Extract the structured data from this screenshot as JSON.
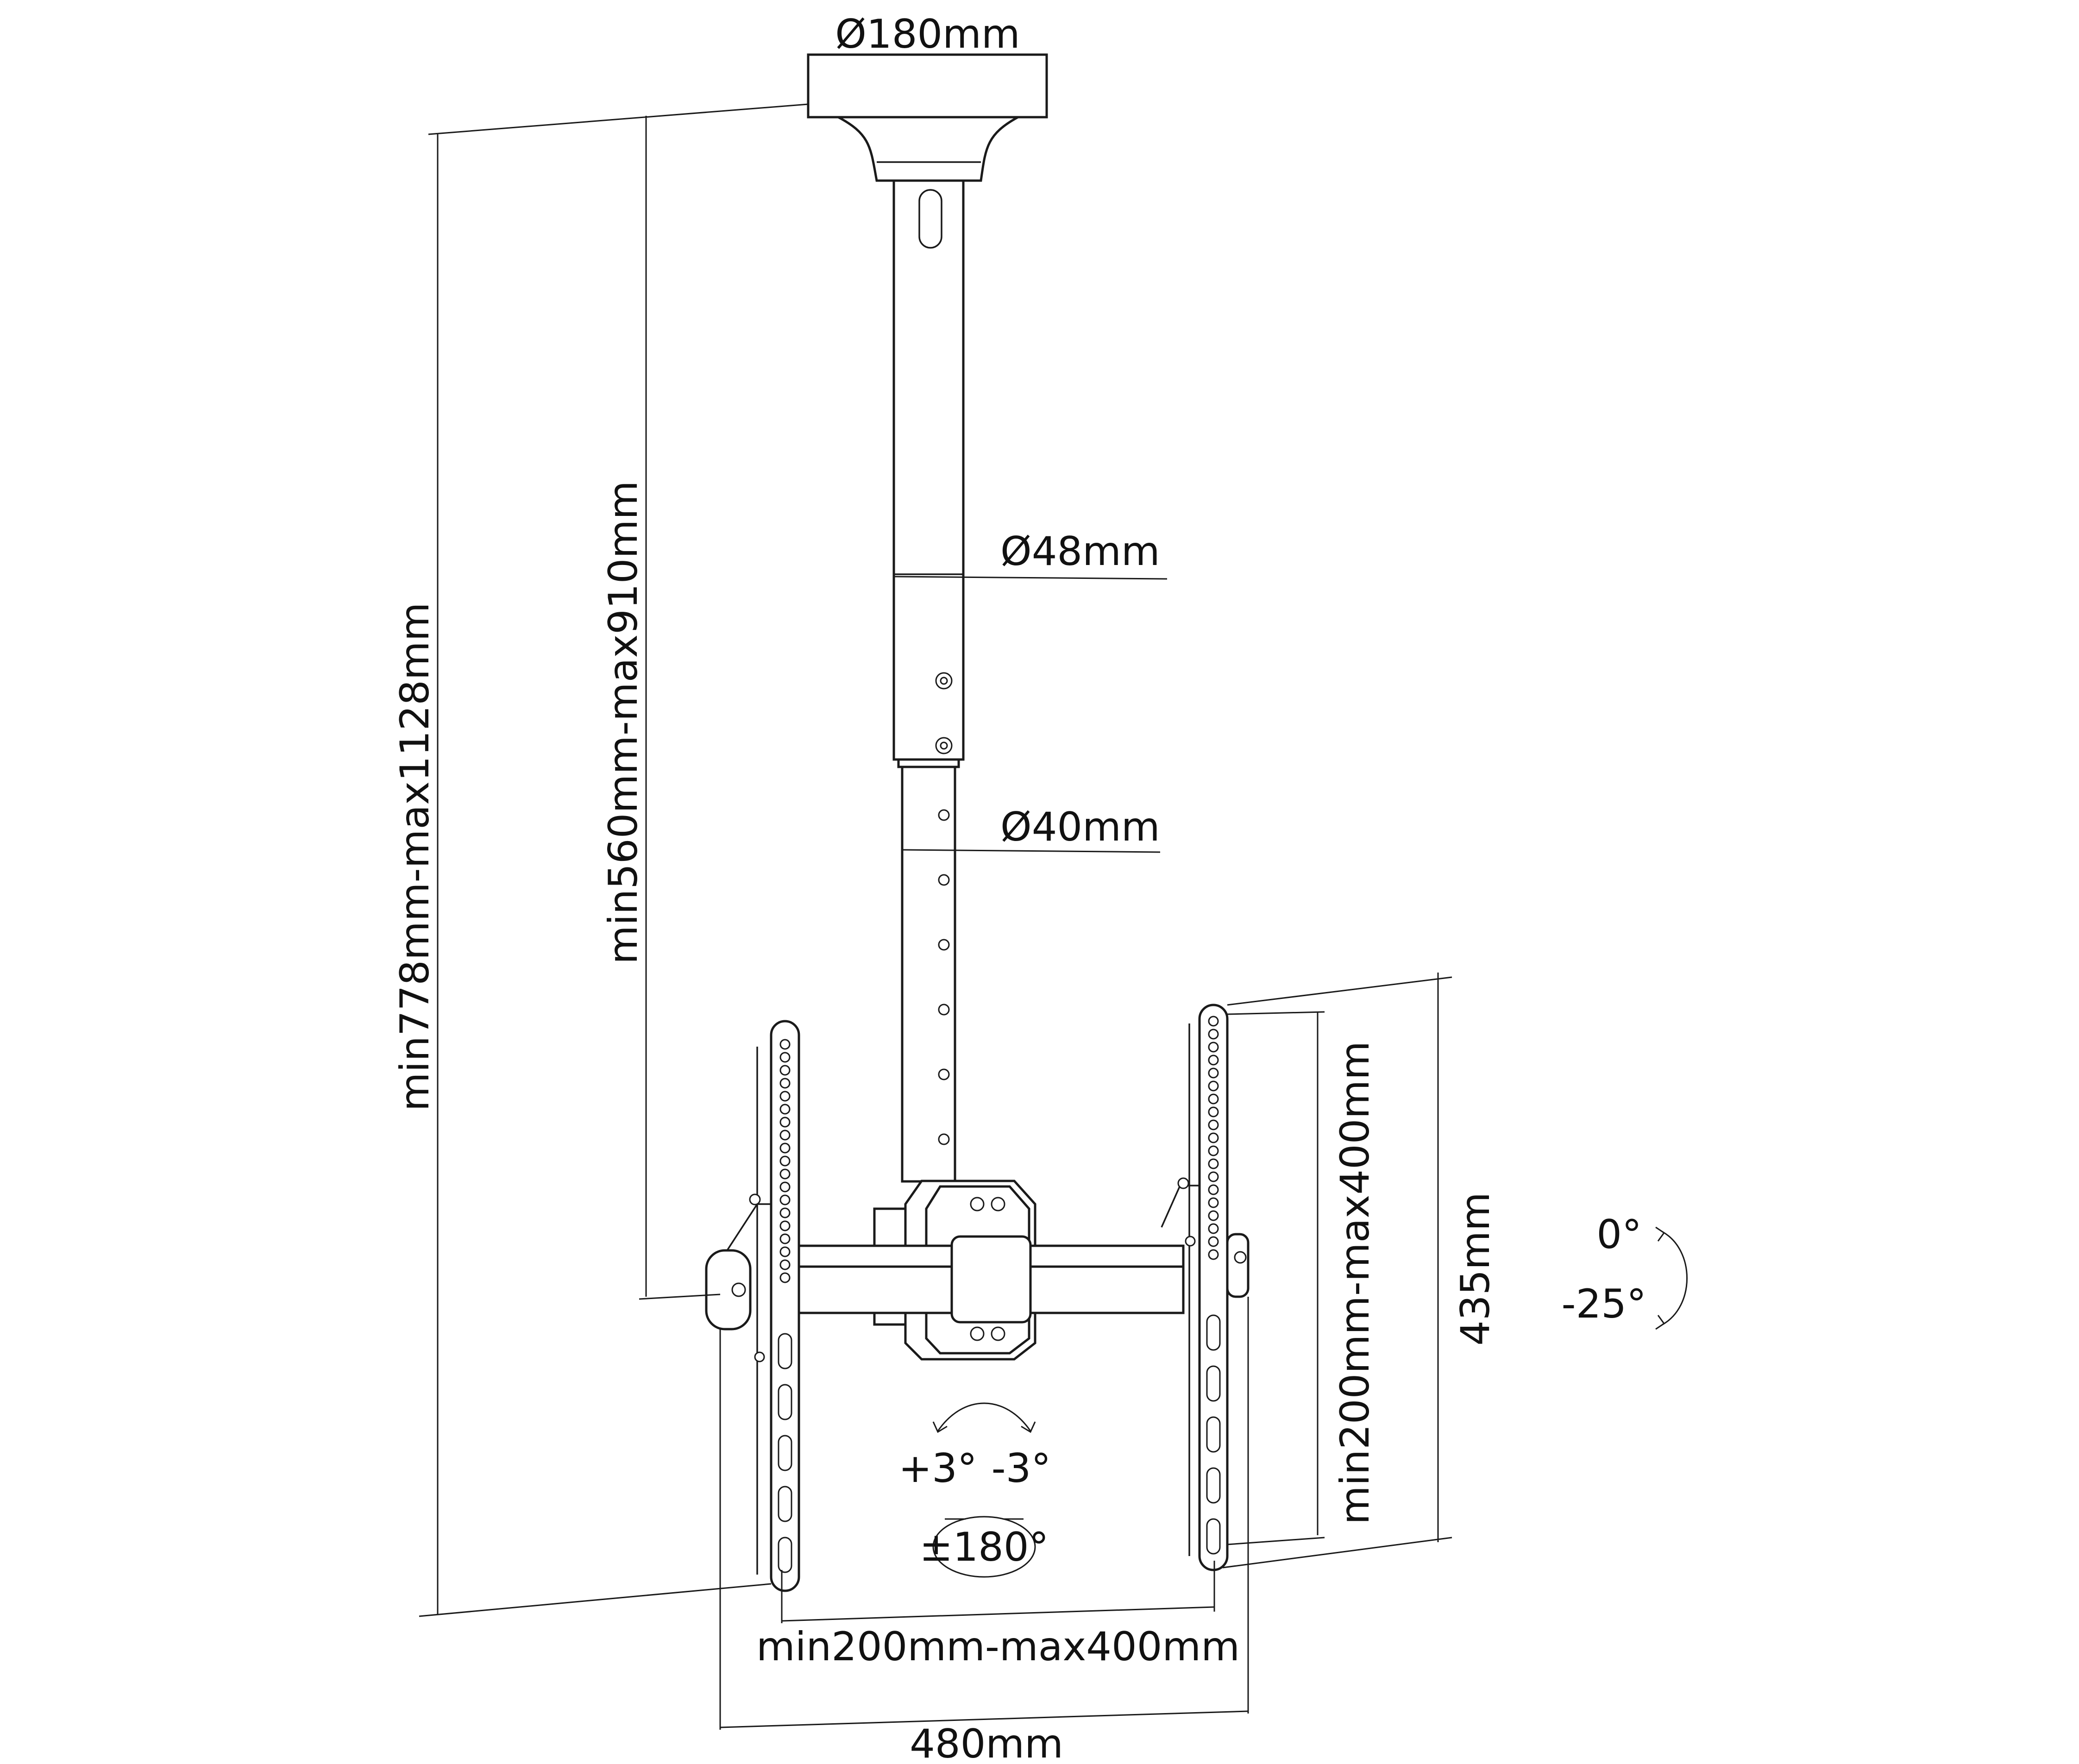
{
  "dimensions": {
    "base_diameter": "Ø180mm",
    "upper_tube_diameter": "Ø48mm",
    "lower_tube_diameter": "Ø40mm",
    "total_height": "min778mm-max1128mm",
    "pole_length": "min560mm-max910mm",
    "vertical_hole_spacing": "min200mm-max400mm",
    "bracket_height": "435mm",
    "horizontal_hole_spacing": "min200mm-max400mm",
    "bracket_width": "480mm"
  },
  "angles": {
    "tilt_top": "0°",
    "tilt_bottom": "-25°",
    "swivel_left": "+3°",
    "swivel_right": "-3°",
    "rotation": "±180°"
  },
  "colors": {
    "line": "#1a1a1a",
    "background": "#ffffff"
  }
}
